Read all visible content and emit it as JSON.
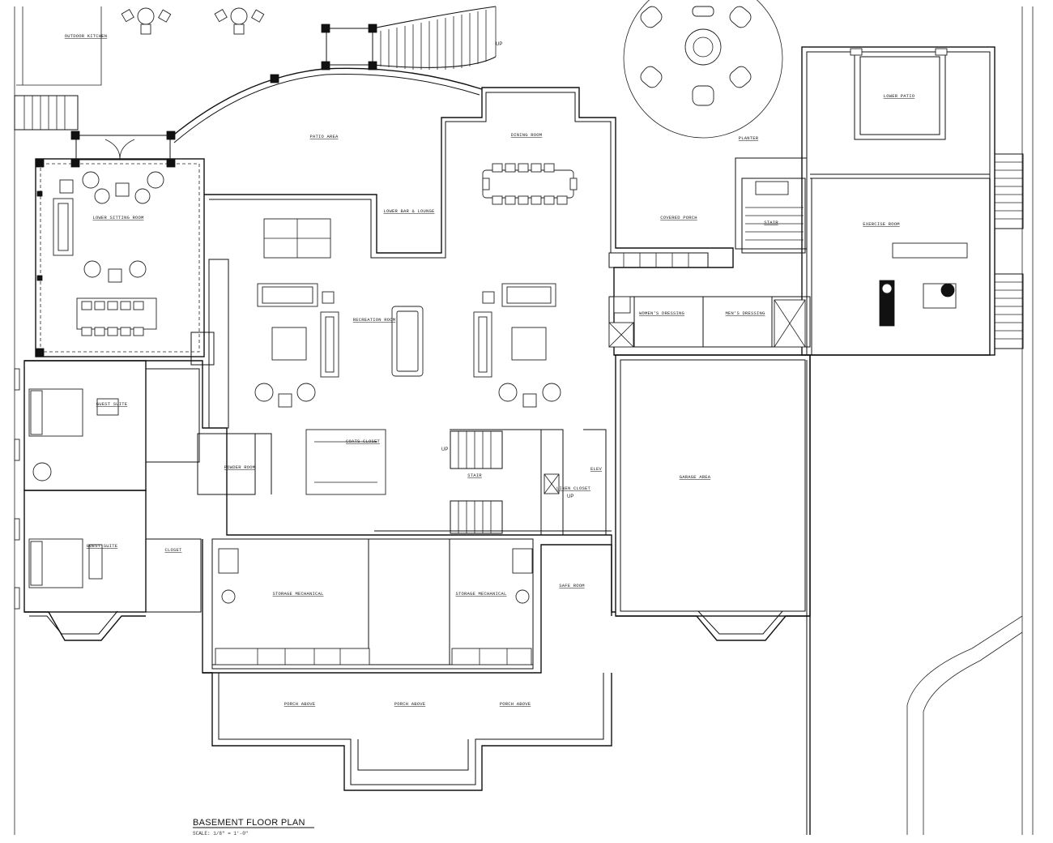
{
  "drawing": {
    "title": "BASEMENT FLOOR PLAN",
    "scale": "SCALE: 1/8\" = 1'-0\""
  },
  "rooms": {
    "outdoor_kitchen": "OUTDOOR KITCHEN",
    "patio": "PATIO AREA",
    "lower_patio": "LOWER PATIO",
    "lower_bar": "LOWER BAR & LOUNGE",
    "lower_sitting": "LOWER SITTING ROOM",
    "dining": "DINING ROOM",
    "covered_porch": "COVERED PORCH",
    "exercise": "EXERCISE ROOM",
    "planter": "PLANTER",
    "stair_1": "STAIR",
    "stair_2": "STAIR",
    "womens_dressing": "WOMEN'S DRESSING",
    "mens_dressing": "MEN'S DRESSING",
    "recreation": "RECREATION ROOM",
    "guest_suite_1": "GUEST SUITE",
    "guest_suite_2": "GUEST SUITE",
    "coats_closet": "COATS CLOSET",
    "powder_room": "POWDER ROOM",
    "closet_a": "CLOSET",
    "linen_closet": "LINEN CLOSET",
    "elevator": "ELEV",
    "garage": "GARAGE AREA",
    "storage_1": "STORAGE MECHANICAL",
    "storage_2": "STORAGE MECHANICAL",
    "safe_room": "SAFE ROOM",
    "porch_1": "PORCH ABOVE",
    "porch_2": "PORCH ABOVE",
    "porch_3": "PORCH ABOVE"
  },
  "notes": {
    "up_1": "UP",
    "up_2": "UP",
    "up_3": "UP"
  }
}
